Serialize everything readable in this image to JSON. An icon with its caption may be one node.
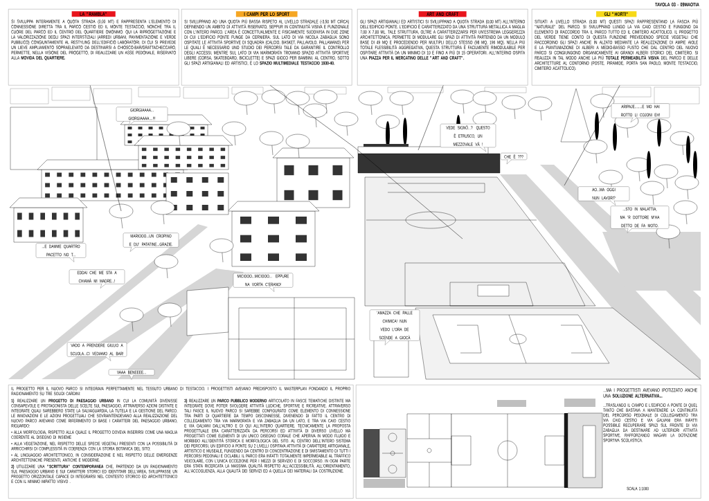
{
  "diagram": {
    "title": "TAVOLA 03 - 09MAOTIA",
    "nodes": [
      {
        "text": [
          "LA \"RAMBLA\"",
          "SI SVILUPPA INTERAMENTE A QUOTA STRADA (0,00 MT) E RAPPRESENTA L'ELEMENTO DI CONNESSIONE DIRETTA TRA IL PARCO CESTIO ED IL MONTE TESTACCIO, NONCHÉ TRA IL CUORE DEL PARCO ED IL CENTRO DEL QUARTIERE OMONIMO. QUI LA RIPROGETTAZIONE E LA VALORIZZAZIONE DEGLI SPAZI INTERSTIZIALI (ARREDI URBANI, PAVIMENTAZIONE E VERDE PUBBLICO) CONGIUNTAMENTE AL RESTYLING DELL'EDIFICIO LABORATORI, DI CUI SI PREVEDE UN LIEVE AMPLIAMENTO SOPRAELEVATO DA DESTINARSI A CHIOSCO-BAR/GRATTACHECCARO, PERMETTE, NELLA VISIONE DEL PROGETTO, DI REALIZZARE UN ASSE PEDONALE, RISERVATO ALLA **MOVIDA DEL QUARTIERE.**"
        ]
      },
      {
        "text": [
          "I CAMPI PER LO SPORT",
          "SI SVILUPPANO AD UNA QUOTA PIÙ BASSA RISPETO AL LIVELLO STRADALE (-3,50 MT CIRCA) DEFINENDO UN AMBITO DI ATTIVITÀ RISERVATO, SEPPUR IN CONTINUITÀ VISIVA E FUNZIONALE CON L'INTERO PARCO. L'AREA È CONCETTUALMENTE E FISICAMENTE SUDDIVISA IN DUE ZONE DI CUI L'EDIFICIO PONTE FUNGE DA CERNIERA. SUL LATO DI VIA NICOLA ZABAGLIA SONO OSPITATE LE ATTIVITÀ SPORTIVE DI SQUADRA (CALCIO, BASKET, PALLAVOLO, PALLAMANO) PER LE QUALI È NECESSARIO UNO STUDIO DEI PERCORSI TALE DA GARANTIRE IL CONTROLLO DEGLI ACCESSI, MENTRE SUL LATO DI VIA MARMORATA TROVANO SPAZIO ATTIVITÀ SPORTIVE LIBERE (CORSA, SKATEBOARD, BICICLETTE) E SPAZI GIOCO PER BAMBINI. AL CENTRO, SOTTO GLI SPAZI ARTIGIANALI ED ARTISTICI, È LO **SPAZIO MULTIMEDIALE TESTACCIO 1930-40.**"
        ]
      },
      {
        "text": [
          "ART AND CRAFT",
          "GLI SPAZI ARTIGIANALI ED ARTISTICI SI SVILUPPANO A QUOTA STRADA (0,00 MT) ALL'INTERNO DELL'EDIFICIO PONTE. L'EDIFICIO È CARATTERIZZATO DA UNA STRUTTURA METALLICA A MAGLIA 7,00 X 7,00 ML. TALE STRUTTURA, OLTRE A CARATTERIZZARSI PER UN'ESTREMA LEGGEREZZA ARCHITETTONICA, PERMETTE DI MODULARE GLI SPAZI DI ATTIVITÀ PARTENDO DA UN MODULO BASE DI 49 MQ E PROCEDENDO PER MULTIPLI DELLO STESSO (98 MQ, 196 MQ). NELLA PIÙ TOTALE FLESSIBILITÀ AGGREGATIVA, QUESTA STRUTTURA È FACILMENTE RIMODULABILE PER OSPITARE ATTIVITÀ DA UN MINIMO DI 10 E FINO A PIÙ DI 15 OPERATORI. ALL'INTERNO OSPITA UNA **PIAZZA PER IL MERCATINO DELLE \"ART AND CRAFT\".**"
        ]
      },
      {
        "text": [
          "GLI \"HORTI\"",
          "SITUATI A LIVELLO STRADA (0,00 MT) QUESTI SPAZI RAPPRESENTANO LA FASCIA PIÙ \"NATURALE\" DEL PARCO. SI SVILUPPANO LUNGO LA VIA CAIO CESTIO E FUNGONO DA ELEMENTO DI RACCORDO TRA IL PARCO TUTTO ED IL CIMITERO ACATTOLICO. IL PROGETTO DEL VERDE TIENE CONTO DI QUESTA FUNZIONE PREVEDENDO SPECIE VEGETALI CHE RACCORDINO GLI SPAZI ANCHE IN ALZATO MEDIANTE LA REALIZZAZIONE DI AMPIE AIOLE E LA PIANTUMAZIONE DI ALBERI A MEDIO-BASSO FUSTO CHE DAL CENTRO DEL NUOVO PARCO SI CONGIUNGONO ORGANICAMENTE AI GRANDI ALBERI STORICI DEL CIMITERO. SI REALIZZA IN TAL MODO ANCHE LA PIÙ **TOTALE PERMEABILITÀ VISIVA** DEL PARCO E DELLE ARCHITETTURE AL CONTORNO (POSTE, PIRAMIDE, PORTA SAN PAOLO, MONTE TESTACCIO, CIMITERO ACATTOLICO)."
        ]
      },
      {
        "text": [
          "ARIPAJE........E MO HAI ROTTO LI COJONI EH!"
        ]
      },
      {
        "text": [
          "GIORGIAAAA... GIORGIAAAA....!!!"
        ]
      },
      {
        "text": [
          "VEDE SIGNÒ...? QUESTO È ETRUSCO, UN MEZZOVALE VÀ !"
        ]
      },
      {
        "text": [
          "CHE È ???"
        ]
      },
      {
        "text": [
          "AO...MA OGGI NUN LAVORI?"
        ]
      },
      {
        "text": [
          "...STO IN MALATTIA, MA 'R DOTTORE M'HA DETTO DE FA MOTO."
        ]
      },
      {
        "text": [
          "MARIOOO...UN CROPINO E DU' PATATINE...GRAZIE."
        ]
      },
      {
        "text": [
          "...E DAMME QUARTRO PACETTO NO T..."
        ]
      },
      {
        "text": [
          "EDDAI CHE ME STA A CHIAMÀ MI MADRE...!"
        ]
      },
      {
        "text": [
          "MICIOOO...MICIOOO... EPPURE NA VORTA C'ERANO!"
        ]
      },
      {
        "text": [
          "'AMAZZA CHE PALLE CHIMICA! NUN VEDO L'ORA DE SCENDE A GIOCÀ"
        ]
      },
      {
        "text": [
          "VADO A PRENDERE GIULIO A SCUOLA...CI VEDIAMO AL BAR!"
        ]
      },
      {
        "text": [
          "VAAA BENEEEE..."
        ]
      },
      {
        "text": [
          "IL PROGETTO PER IL NUOVO PARCO SI INTEGRAVA PERFETTAMENTE NEL TESSUTO URBANO DI TESTACCIO. I PROGETTISTI AVEVANO PREDISPOSTO IL MASTERPLAN FONDANDO IL PROPRIO RAGIONAMENTO SU TRE SOLIDI CARDINI:",
          "**1)** REALIZZARE UN **PROGETTO DI PAESAGGIO URBANO** IN CUI LA COMUNITÀ DIVENISSE CONSAPEVOLE E PROTAGONISTA DELLE SCELTE SUL PAESAGGIO, ATTRAVERSO AZIONI DISTINTE E INTEGRATE QUALI SAREBBERO STATE LA SALVAGUARDIA, LA TUTELA E LA GESTIONE DEL PARCO. LE INNOVAZIONI E LE AZIONI PROGETTUALI CHE SOVRAINTENDEVANO ALLA REALIZZAZIONE DEL NUOVO PARCO AVEVANO COME RIFERIMENTO DI BASE I CARATTERI DEL PAESAGGIO URBANO, RIGUARDO:",
          "• ALLA MORFOLOGIA, RISPETTO ALLA QUALE IL PROGETTO DOVEVA INSERIRSI COME UNA MAGLIA COERENTE AL DISEGNO DI INSIEME",
          "• ALLA VEGETAZIONE, NEL RISPETTO DELLE SPECIE VEGETALI PRESENTI CON LA POSSIBILITÀ DI ARRICCHIRSI DI COMPLESSITÀ IN COERENZA CON LA STORIA BOTANICA DEL SITO;",
          "• AL LINGUAGGIO ARCHITETTONICO, IN CONSIDERAZIONE E NEL RISPETTO DELLE EMERGENZE ARCHITETTONICHE PRESENTI, ANTICHE E MODERNE.",
          "**2)** UTILIZZARE UNA **\"SCRITTURA\" CONTEMPORANEA** CHE, PARTENDO DA UN RAGIONAMENTO SUL PAESAGGIO URBANO E SUI CARATTERI STORICI ED IDENTITARI DELL'AREA, SVILUPPASSE UN PROGETTO ORIZZONTALE CAPACE DI INTEGRARSI NEL CONTESTO STORICO ED ARCHITETTONICO E CON IL MINIMO IMPATTO VISIVO .",
          "**3)** REALIZZARE UN **PARCO PUBBLICO MODERNO** ARTICOLATO IN FASCE TEMATICHE DISTINTE MA INTEGRATE DOVE POTER SVOLGERE ATTIVITÀ LUDICHE, SPORTIVE E RICREATIVE. ATTRAVERSO TALI FASCE IL NUOVO PARCO SI SAREBBE CONFIGURATO COME ELEMENTO DI CONNESSIONE TRA PARTI DI QUARTIERE DA TEMPO DISCONNESSE, DIVENENDO DI FATTO IL CENTRO DI COLLEGAMENTO TRA VIA MARMORATA E VIA ZABAGLIA DA UN LATO, E TRA VIA CAIO CESTIO E VIA GALVANI DALL'ALTRO E DI QUI ALL'INTERO QUARTIERE. TECNICAMENTE LA PROPOSTA PROGETTUALE ERA CARATTERIZZATA DA PERCORSI ED ATTIVITÀ DI DIVERSO LIVELLO MA PROGETTATI COME ELEMENTI DI UN UNICO DISEGNO CORALE CHE APERIVA IN MODO FLUIDO E MORBIDO ALL'IDENTITÀ STORICA E MORFOLOGICA DEL SITO. AL CENTRO DELL'INTERO SISTEMA DEI PERCORSI, UN EDIFICIO A PONTE SU 2 LIVELLI OSPITAVA ATTIVITÀ DI CARATTERE ARTIGIANALE, ARTISTICO E MUSEALE, FUNGENDO DA CENTRO DI CONCENTRAZIONE E DI SMISTAMENTO DI TUTTI I PERCORSI PEDONALI E CICLABILI. IL PARCO ERA INFATTI TOTALMENTE IMPERMEABILE AL TRAFFICO VEICOLARE, CON L'UNICA ECCEZIONE PER I MEZZI DI SERVIZIO E DI SOCCORSO. IN OGNI PARTE ERA STATA RICERCATA LA MASSIMA QUALITÀ RISPETTO ALL'ACCESSIBILITÀ, ALL'ORIENTAMENTO, ALL'ACCOGLIENZA, ALLA QUALITÀ DEI SERVIZI ED A QUELLA DEI MATERIALI DA COSTRUZIONE."
        ]
      },
      {
        "text": [
          "...MA I PROGETTISTI AVEVANO IPOTIZZATO ANCHE UNA **SOLUZIONE ALTERNATIVA...**",
          "...TRASLANDO IL CAMPO E L'EDIFICIO A PONTE DI QUEL TANTO CHE BASTAVA A MANTENERE LA CONTINUITÀ DEL PERCORSO PEDONALE DI COLLEGAMENTO TRA VIA CAIO CESTIO E VIA GALVANI ERA INFATTI POSSIBILE RECUPERARE SPAZI SUL FRONTE DI VIA ZABAGLIA DA DESTINARE AD ULTERIORI ATTIVITÀ SPORTIVE, RAFFORZANDO MAGARI LA DOTAZIONE SPORTIVA SCOLASTICA."
        ]
      },
      {
        "text": [],
        "shape": "circle"
      },
      {
        "text": [],
        "shape": "picture"
      },
      {
        "text": [],
        "shape": "box"
      },
      {
        "text": [],
        "shape": "picture"
      }
    ],
    "edges": [
      {
        "from": 0,
        "to": 19,
        "arrow": "none"
      },
      {
        "from": 1,
        "to": 20,
        "arrow": "none"
      },
      {
        "from": 2,
        "to": 21,
        "arrow": "none"
      },
      {
        "from": 3,
        "to": 22,
        "arrow": "none"
      }
    ],
    "labels": [
      "SCALA 1:1000"
    ]
  }
}
